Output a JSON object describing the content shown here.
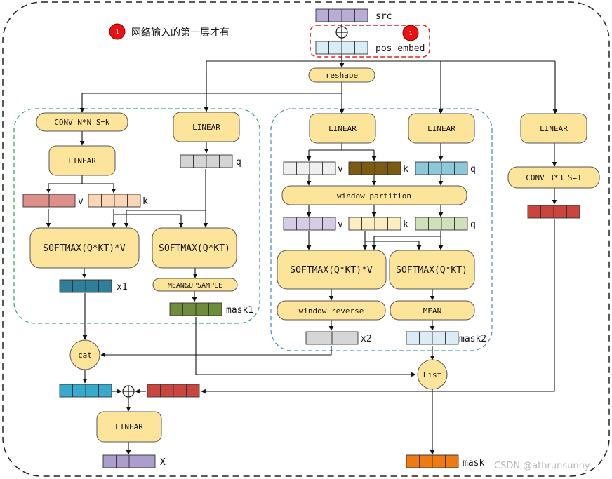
{
  "colors": {
    "box_fill": "#fde49b",
    "box_stroke": "#555555",
    "outer_border": "#222222",
    "green_region": "#2fae6e",
    "blue_region": "#5b90b8",
    "red_highlight": "#e02020",
    "badge_fill": "#ee1111"
  },
  "note": {
    "badge": "1",
    "text": "网络输入的第一层才有"
  },
  "inputs": {
    "src_label": "src",
    "pos_label": "pos_embed",
    "badge": "1"
  },
  "boxes": {
    "reshape": "reshape",
    "conv_nn": "CONV N*N S=N",
    "linear_g1": "LINEAR",
    "linear_g2": "LINEAR",
    "softmax_v1": "SOFTMAX(Q*KT)*V",
    "softmax_1": "SOFTMAX(Q*KT)",
    "mean_up": "MEAN&UPSAMPLE",
    "linear_b1": "LINEAR",
    "linear_b2": "LINEAR",
    "window_partition": "window partition",
    "softmax_v2": "SOFTMAX(Q*KT)*V",
    "softmax_2": "SOFTMAX(Q*KT)",
    "window_reverse": "window reverse",
    "mean": "MEAN",
    "linear_r": "LINEAR",
    "conv33": "CONV 3*3 S=1",
    "cat": "cat",
    "list": "List",
    "linear_out": "LINEAR"
  },
  "labels": {
    "q_g": "q",
    "v_g": "v",
    "k_g": "k",
    "x1": "x1",
    "mask1": "mask1",
    "v_b1": "v",
    "k_b1": "k",
    "q_b1": "q",
    "v_b2": "v",
    "k_b2": "k",
    "q_b2": "q",
    "x2": "x2",
    "mask2": "mask2",
    "X": "X",
    "mask": "mask"
  },
  "tensors": [
    {
      "id": "src",
      "colors": [
        "#b9add6",
        "#b9add6",
        "#b9add6",
        "#b9add6"
      ]
    },
    {
      "id": "pos",
      "colors": [
        "#d8edf6",
        "#d8edf6",
        "#d8edf6",
        "#d8edf6"
      ]
    },
    {
      "id": "q_g",
      "colors": [
        "#d4d4d4",
        "#d4d4d4",
        "#d4d4d4",
        "#d4d4d4"
      ]
    },
    {
      "id": "v_g",
      "colors": [
        "#dd9089",
        "#dd9089",
        "#dd9089",
        "#dd9089"
      ]
    },
    {
      "id": "k_g",
      "colors": [
        "#fbd6b6",
        "#fbd6b6",
        "#fbd6b6",
        "#fbd6b6"
      ]
    },
    {
      "id": "x1",
      "colors": [
        "#2f7f9a",
        "#2f7f9a",
        "#2f7f9a",
        "#2f7f9a"
      ]
    },
    {
      "id": "mask1",
      "colors": [
        "#6e8c3a",
        "#6e8c3a",
        "#6e8c3a",
        "#6e8c3a"
      ]
    },
    {
      "id": "v_b1",
      "colors": [
        "#efefef",
        "#efefef",
        "#efefef",
        "#efefef"
      ]
    },
    {
      "id": "k_b1",
      "colors": [
        "#7a5b0f",
        "#7a5b0f",
        "#7a5b0f",
        "#7a5b0f"
      ]
    },
    {
      "id": "q_b1",
      "colors": [
        "#8ec9da",
        "#8ec9da",
        "#8ec9da",
        "#8ec9da"
      ]
    },
    {
      "id": "v_b2",
      "colors": [
        "#d5cde6",
        "#d5cde6",
        "#d5cde6",
        "#d5cde6"
      ]
    },
    {
      "id": "k_b2",
      "colors": [
        "#fdeec2",
        "#fdeec2",
        "#fdeec2",
        "#fdeec2"
      ]
    },
    {
      "id": "q_b2",
      "colors": [
        "#cfe0bb",
        "#cfe0bb",
        "#cfe0bb",
        "#cfe0bb"
      ]
    },
    {
      "id": "x2",
      "colors": [
        "#d6d6d6",
        "#d6d6d6",
        "#d6d6d6",
        "#d6d6d6"
      ]
    },
    {
      "id": "mask2",
      "colors": [
        "#dcecf4",
        "#dcecf4",
        "#dcecf4",
        "#dcecf4"
      ]
    },
    {
      "id": "conv_out",
      "colors": [
        "#c9463f",
        "#c9463f",
        "#c9463f",
        "#c9463f"
      ]
    },
    {
      "id": "cat_out",
      "colors": [
        "#38aacb",
        "#38aacb",
        "#38aacb",
        "#38aacb"
      ]
    },
    {
      "id": "add_in",
      "colors": [
        "#c9463f",
        "#c9463f",
        "#c9463f",
        "#c9463f"
      ]
    },
    {
      "id": "X_out",
      "colors": [
        "#ab9dcc",
        "#ab9dcc",
        "#ab9dcc",
        "#ab9dcc"
      ]
    },
    {
      "id": "mask_out",
      "colors": [
        "#ee7a12",
        "#ee7a12",
        "#ee7a12",
        "#ee7a12"
      ]
    }
  ],
  "watermark": "CSDN @athrunsunny"
}
